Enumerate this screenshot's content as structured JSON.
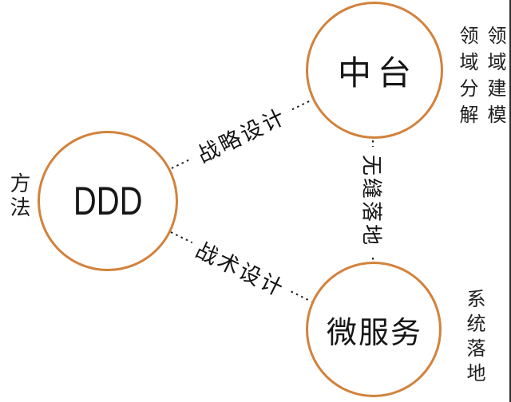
{
  "diagram": {
    "background_color": "#ffffff",
    "circle_border_color": "#d2823c",
    "dotted_line_color": "#1c1c1c",
    "text_color": "#1f1f1f",
    "nodes": {
      "ddd": {
        "label": "DDD",
        "side_label": "方法"
      },
      "zhongtai": {
        "label": "中台",
        "side_label_right_column": "领域建模",
        "side_label_left_column": "领域分解"
      },
      "microservices": {
        "label": "微服务",
        "side_label": "系统落地"
      }
    },
    "edges": {
      "ddd_to_zhongtai": {
        "label": "战略设计"
      },
      "ddd_to_microservices": {
        "label": "战术设计"
      },
      "zhongtai_to_microservices": {
        "label": "无缝落地"
      }
    }
  }
}
